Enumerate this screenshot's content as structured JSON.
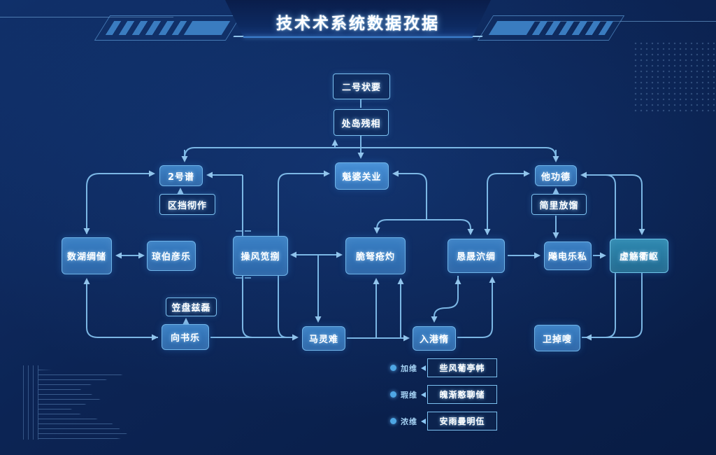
{
  "header": {
    "title": "技术术系统数据孜据"
  },
  "colors": {
    "background": "#0c2454",
    "line": "#85c3f0",
    "node_fill": "#2f6fb3",
    "node_border": "#6fb4e9",
    "teal_node": "#2f8ab2",
    "legend_dot": "#4ea6e4",
    "title_text": "#ffffff"
  },
  "nodes": {
    "a": "二号状要",
    "b": "处岛残相",
    "c": "2号谱",
    "d": "区挡彻作",
    "e": "魁婆关业",
    "f": "他功德",
    "g": "简里放馏",
    "h": "数湖绸储",
    "i": "琼伯彦乐",
    "j": "操风笕捌",
    "k": "脆弩疮灼",
    "l": "恳晟泬绸",
    "m": "飚电乐私",
    "n": "虚觞衢岖",
    "o": "笠盘兹磊",
    "p": "向书乐",
    "q": "马灵难",
    "r": "入港惰",
    "s": "卫掉嗖"
  },
  "legend": {
    "rows": [
      {
        "label": "加维",
        "box": "些风葡亭帏"
      },
      {
        "label": "瑕维",
        "box": "魄渐憨聊储"
      },
      {
        "label": "浓维",
        "box": "安雨曼明伍"
      }
    ]
  }
}
